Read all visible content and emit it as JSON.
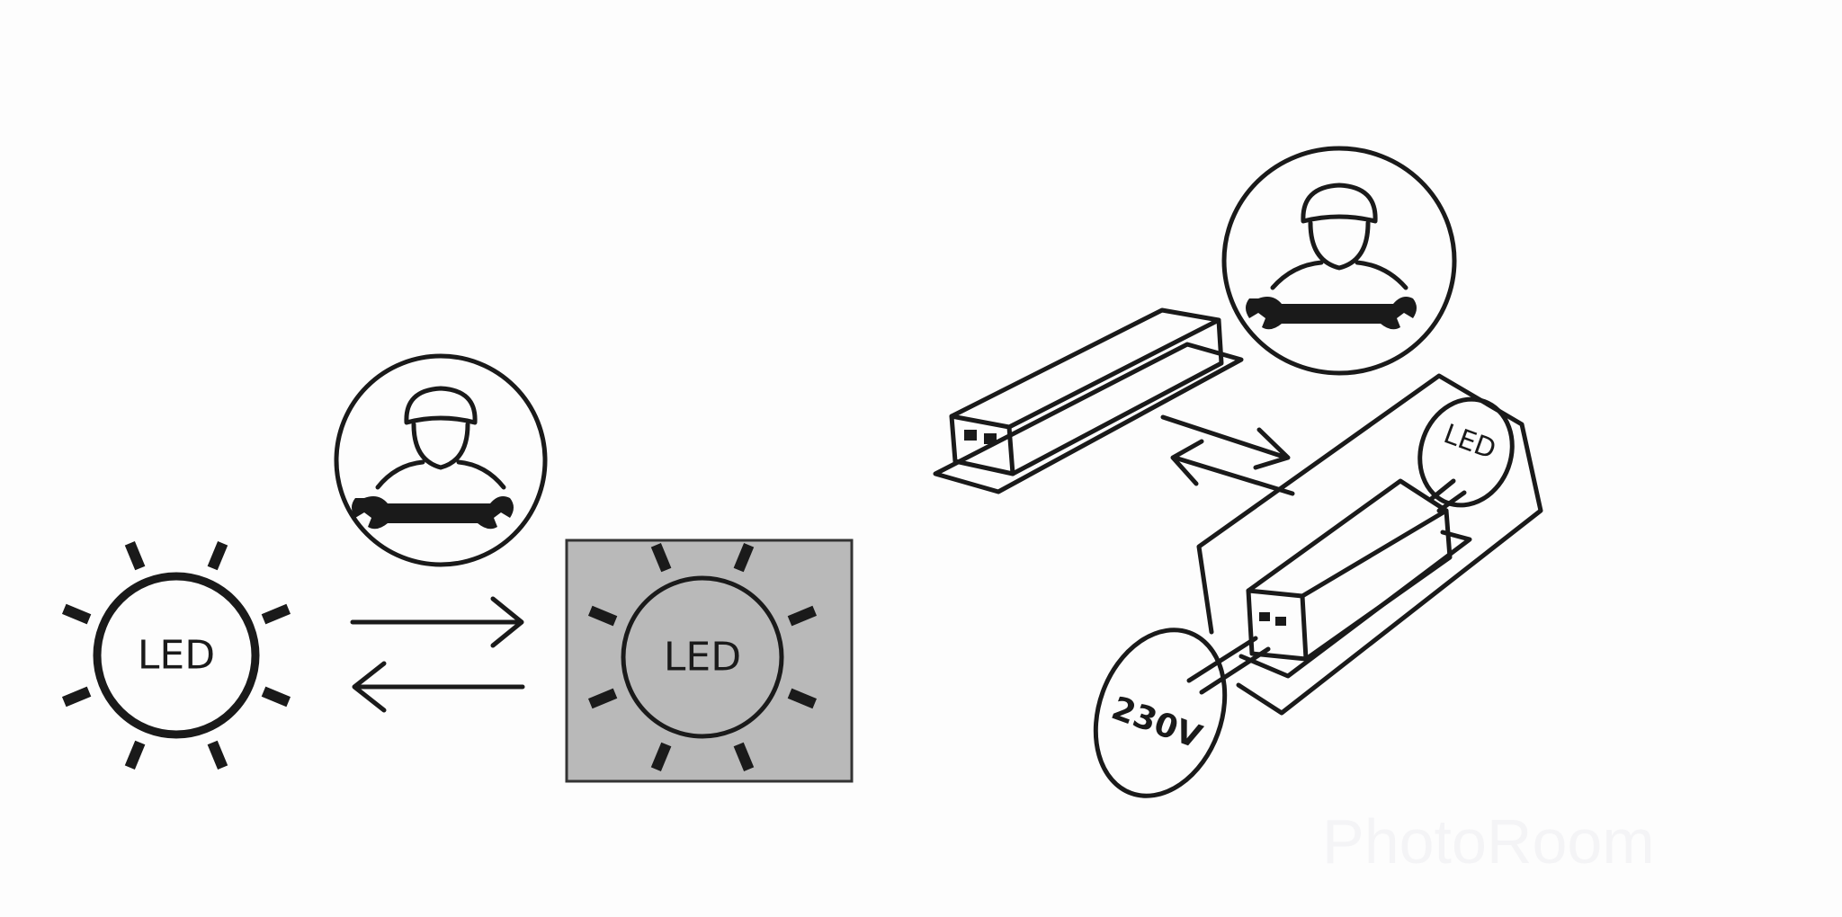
{
  "panels": {
    "left": {
      "normal_led_label": "LED",
      "replacement_led_label": "LED",
      "highlight_color": "#b9b9b9"
    },
    "right": {
      "output_led_label": "LED",
      "mains_label": "230V"
    }
  },
  "watermark": "PhotoRoom"
}
